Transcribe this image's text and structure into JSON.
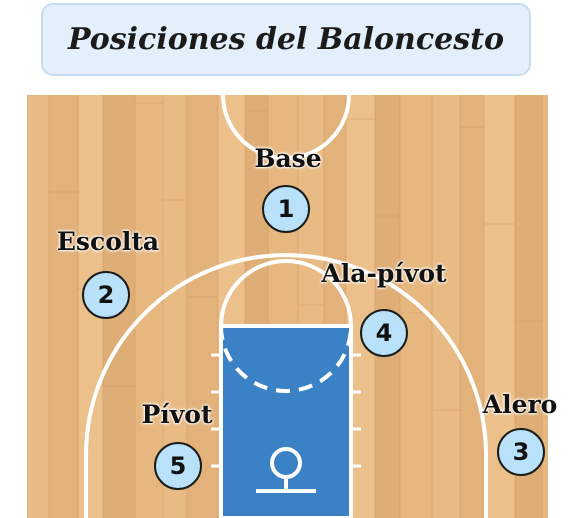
{
  "title": "Posiciones del Baloncesto",
  "colors": {
    "wood": "#e7b880",
    "paint": "#3a82c5",
    "lines": "#ffffff",
    "circle_fill": "#b9e1f9",
    "title_bg": "#e3f0fb"
  },
  "positions": [
    {
      "number": "1",
      "label": "Base"
    },
    {
      "number": "2",
      "label": "Escolta"
    },
    {
      "number": "3",
      "label": "Alero"
    },
    {
      "number": "4",
      "label": "Ala-pívot"
    },
    {
      "number": "5",
      "label": "Pívot"
    }
  ]
}
